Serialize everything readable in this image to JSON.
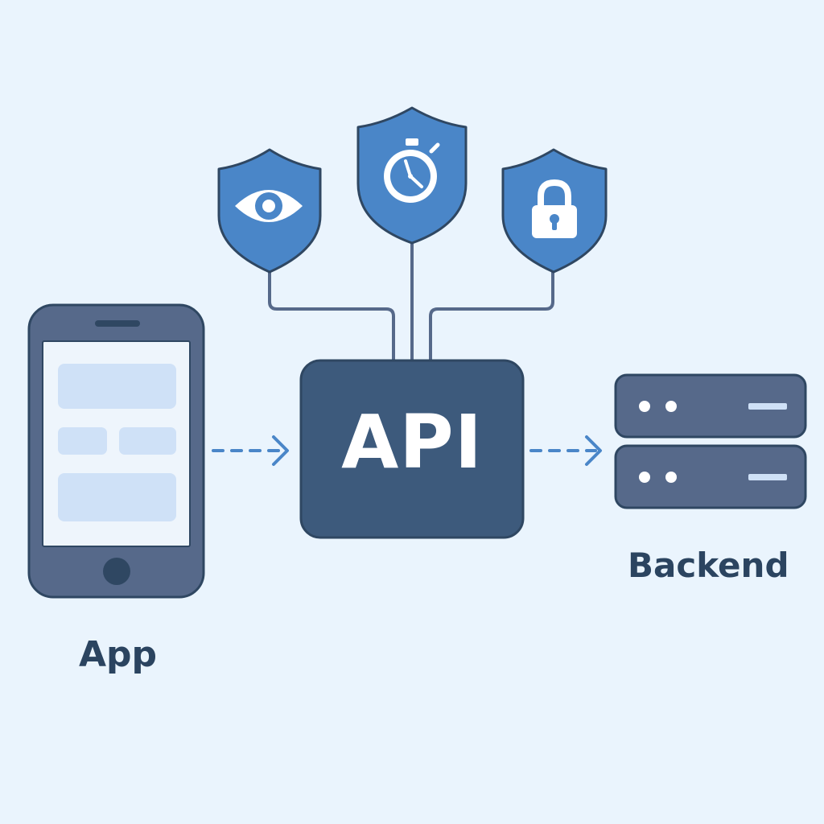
{
  "nodes": {
    "app": {
      "label": "App"
    },
    "api": {
      "label": "API"
    },
    "backend": {
      "label": "Backend"
    }
  },
  "shields": [
    {
      "icon": "eye-icon"
    },
    {
      "icon": "stopwatch-icon"
    },
    {
      "icon": "padlock-icon"
    }
  ],
  "colors": {
    "background": "#eaf4fd",
    "api_box": "#3d5a7c",
    "device": "#56698a",
    "device_dark": "#2f4762",
    "screen_block": "#cfe1f7",
    "shield": "#4a86c8",
    "arrow": "#4a86c8",
    "connector": "#56698a",
    "label_text": "#2b4460"
  }
}
